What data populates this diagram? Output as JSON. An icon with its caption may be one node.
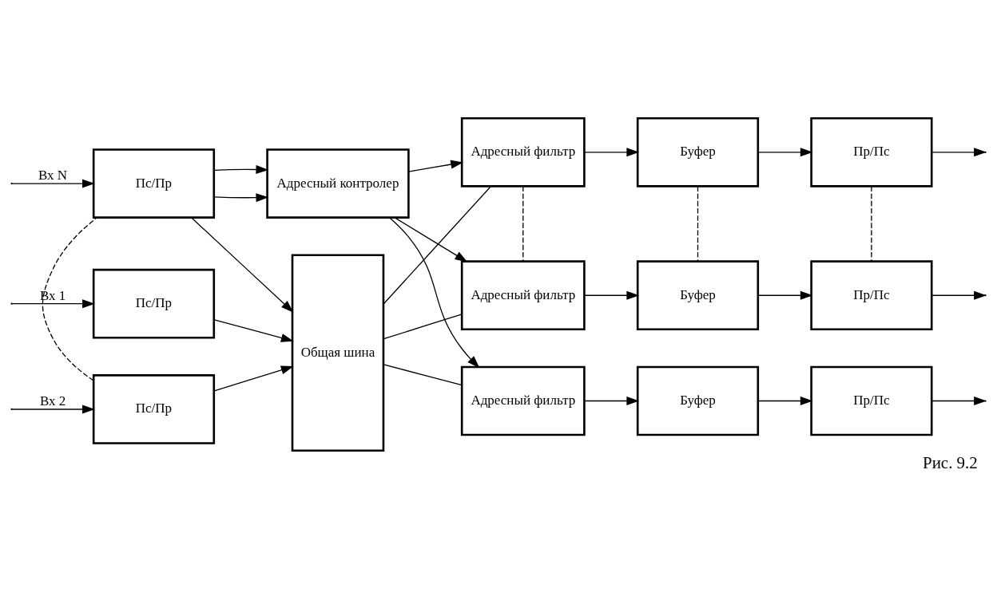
{
  "diagram": {
    "caption": "Рис. 9.2",
    "nodes": [
      {
        "text": [
          "Пс/Пр"
        ]
      },
      {
        "text": [
          "Пс/Пр"
        ]
      },
      {
        "text": [
          "Пс/Пр"
        ]
      },
      {
        "text": [
          "Общая шина"
        ]
      },
      {
        "text": [
          "Адресный фильтр"
        ]
      },
      {
        "text": [
          "Буфер"
        ]
      },
      {
        "text": [
          "Пр/Пс"
        ]
      },
      {
        "text": [
          "Адресный фильтр"
        ]
      },
      {
        "text": [
          "Буфер"
        ]
      },
      {
        "text": [
          "Пр/Пс"
        ]
      },
      {
        "text": [
          "Адресный фильтр"
        ]
      },
      {
        "text": [
          "Буфер"
        ]
      },
      {
        "text": [
          "Пр/Пс"
        ]
      },
      {
        "text": [
          "Адресный контролер"
        ]
      }
    ],
    "edges": [
      {
        "from": null,
        "to": 0,
        "arrow": "to",
        "label": "Вх 1"
      },
      {
        "from": null,
        "to": 1,
        "arrow": "to",
        "label": "Вх 2"
      },
      {
        "from": null,
        "to": 2,
        "arrow": "to",
        "label": "Вх N"
      },
      {
        "from": 0,
        "to": 3,
        "arrow": "to"
      },
      {
        "from": 1,
        "to": 3,
        "arrow": "to"
      },
      {
        "from": 2,
        "to": 3,
        "arrow": "to"
      },
      {
        "from": 3,
        "to": 4,
        "arrow": "none"
      },
      {
        "from": 3,
        "to": 7,
        "arrow": "none"
      },
      {
        "from": 3,
        "to": 10,
        "arrow": "none"
      },
      {
        "from": 4,
        "to": 5,
        "arrow": "to"
      },
      {
        "from": 5,
        "to": 6,
        "arrow": "to"
      },
      {
        "from": 6,
        "to": null,
        "arrow": "to"
      },
      {
        "from": 7,
        "to": 8,
        "arrow": "to"
      },
      {
        "from": 8,
        "to": 9,
        "arrow": "to"
      },
      {
        "from": 9,
        "to": null,
        "arrow": "to"
      },
      {
        "from": 10,
        "to": 11,
        "arrow": "to"
      },
      {
        "from": 11,
        "to": 12,
        "arrow": "to"
      },
      {
        "from": 12,
        "to": null,
        "arrow": "to"
      },
      {
        "from": 1,
        "to": 2,
        "arrow": "none",
        "style": "dashed"
      },
      {
        "from": 7,
        "to": 10,
        "arrow": "none",
        "style": "dashed"
      },
      {
        "from": 8,
        "to": 11,
        "arrow": "none",
        "style": "dashed"
      },
      {
        "from": 9,
        "to": 12,
        "arrow": "none",
        "style": "dashed"
      },
      {
        "from": 13,
        "to": 4,
        "arrow": "to"
      },
      {
        "from": 13,
        "to": 7,
        "arrow": "to"
      },
      {
        "from": 13,
        "to": 10,
        "arrow": "to"
      },
      {
        "from": 2,
        "to": 13,
        "arrow": "to"
      },
      {
        "from": 2,
        "to": 13,
        "arrow": "to"
      }
    ]
  }
}
